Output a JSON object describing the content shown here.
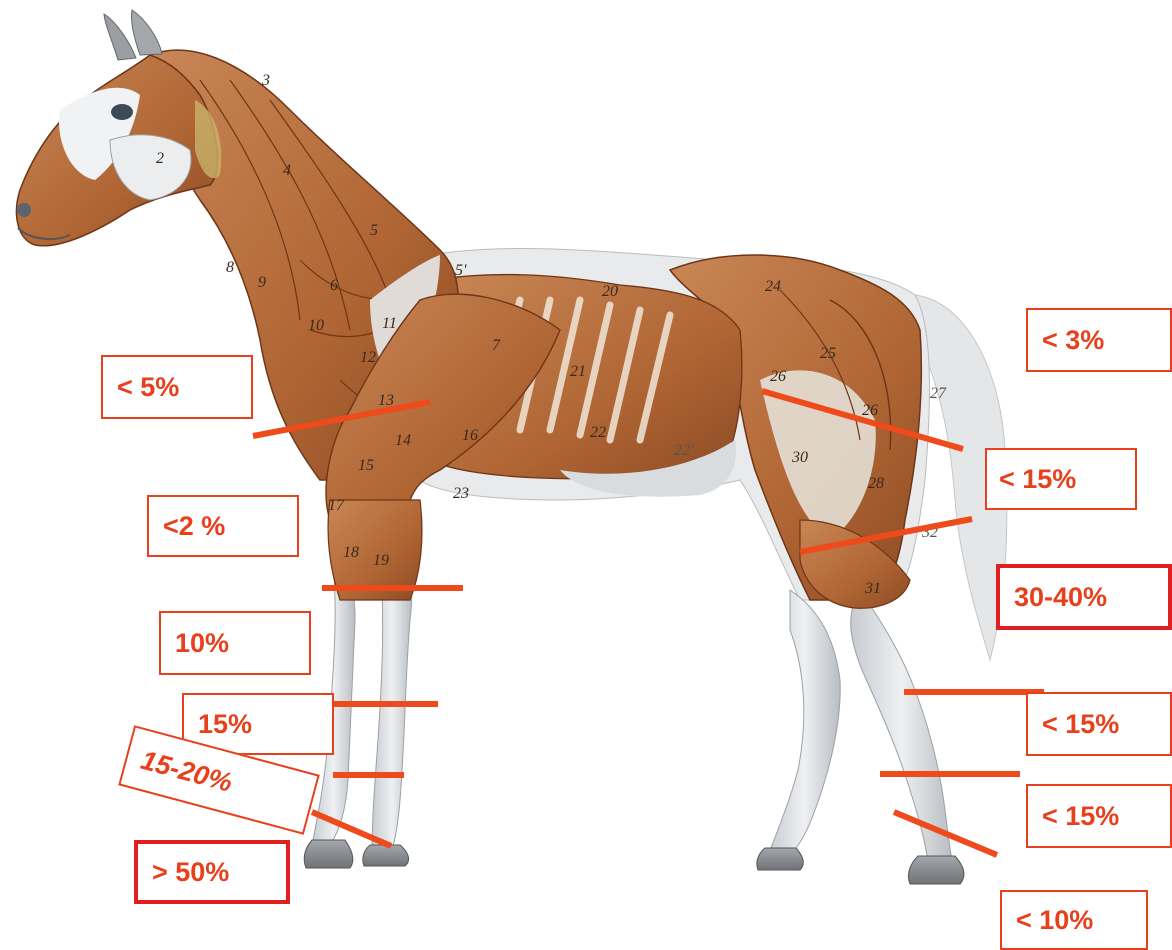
{
  "colors": {
    "accent": "#e8401c",
    "muscle": "#b86a3d",
    "muscle_dark": "#7f3f1e",
    "tendon": "#dcdfe3",
    "hoof": "#8f9398"
  },
  "muscle_numbers": [
    "2",
    "3",
    "4",
    "5",
    "5'",
    "6",
    "7",
    "8",
    "9",
    "10",
    "11",
    "12",
    "13",
    "14",
    "15",
    "16",
    "17",
    "18",
    "19",
    "20",
    "21",
    "22",
    "22'",
    "23",
    "24",
    "25",
    "26",
    "26",
    "27",
    "28",
    "30",
    "31",
    "32"
  ],
  "labels": {
    "neck_left": "< 5%",
    "elbow_left": "<2 %",
    "forearm_left": "10%",
    "cannon_left": "15%",
    "pastern_left": "15-20%",
    "hoof_left": "> 50%",
    "tail_right": "< 3%",
    "thigh_right": "< 15%",
    "gaskin_right": "30-40%",
    "hock_right": "< 15%",
    "cannon_right": "< 15%",
    "hoof_right": "< 10%"
  }
}
